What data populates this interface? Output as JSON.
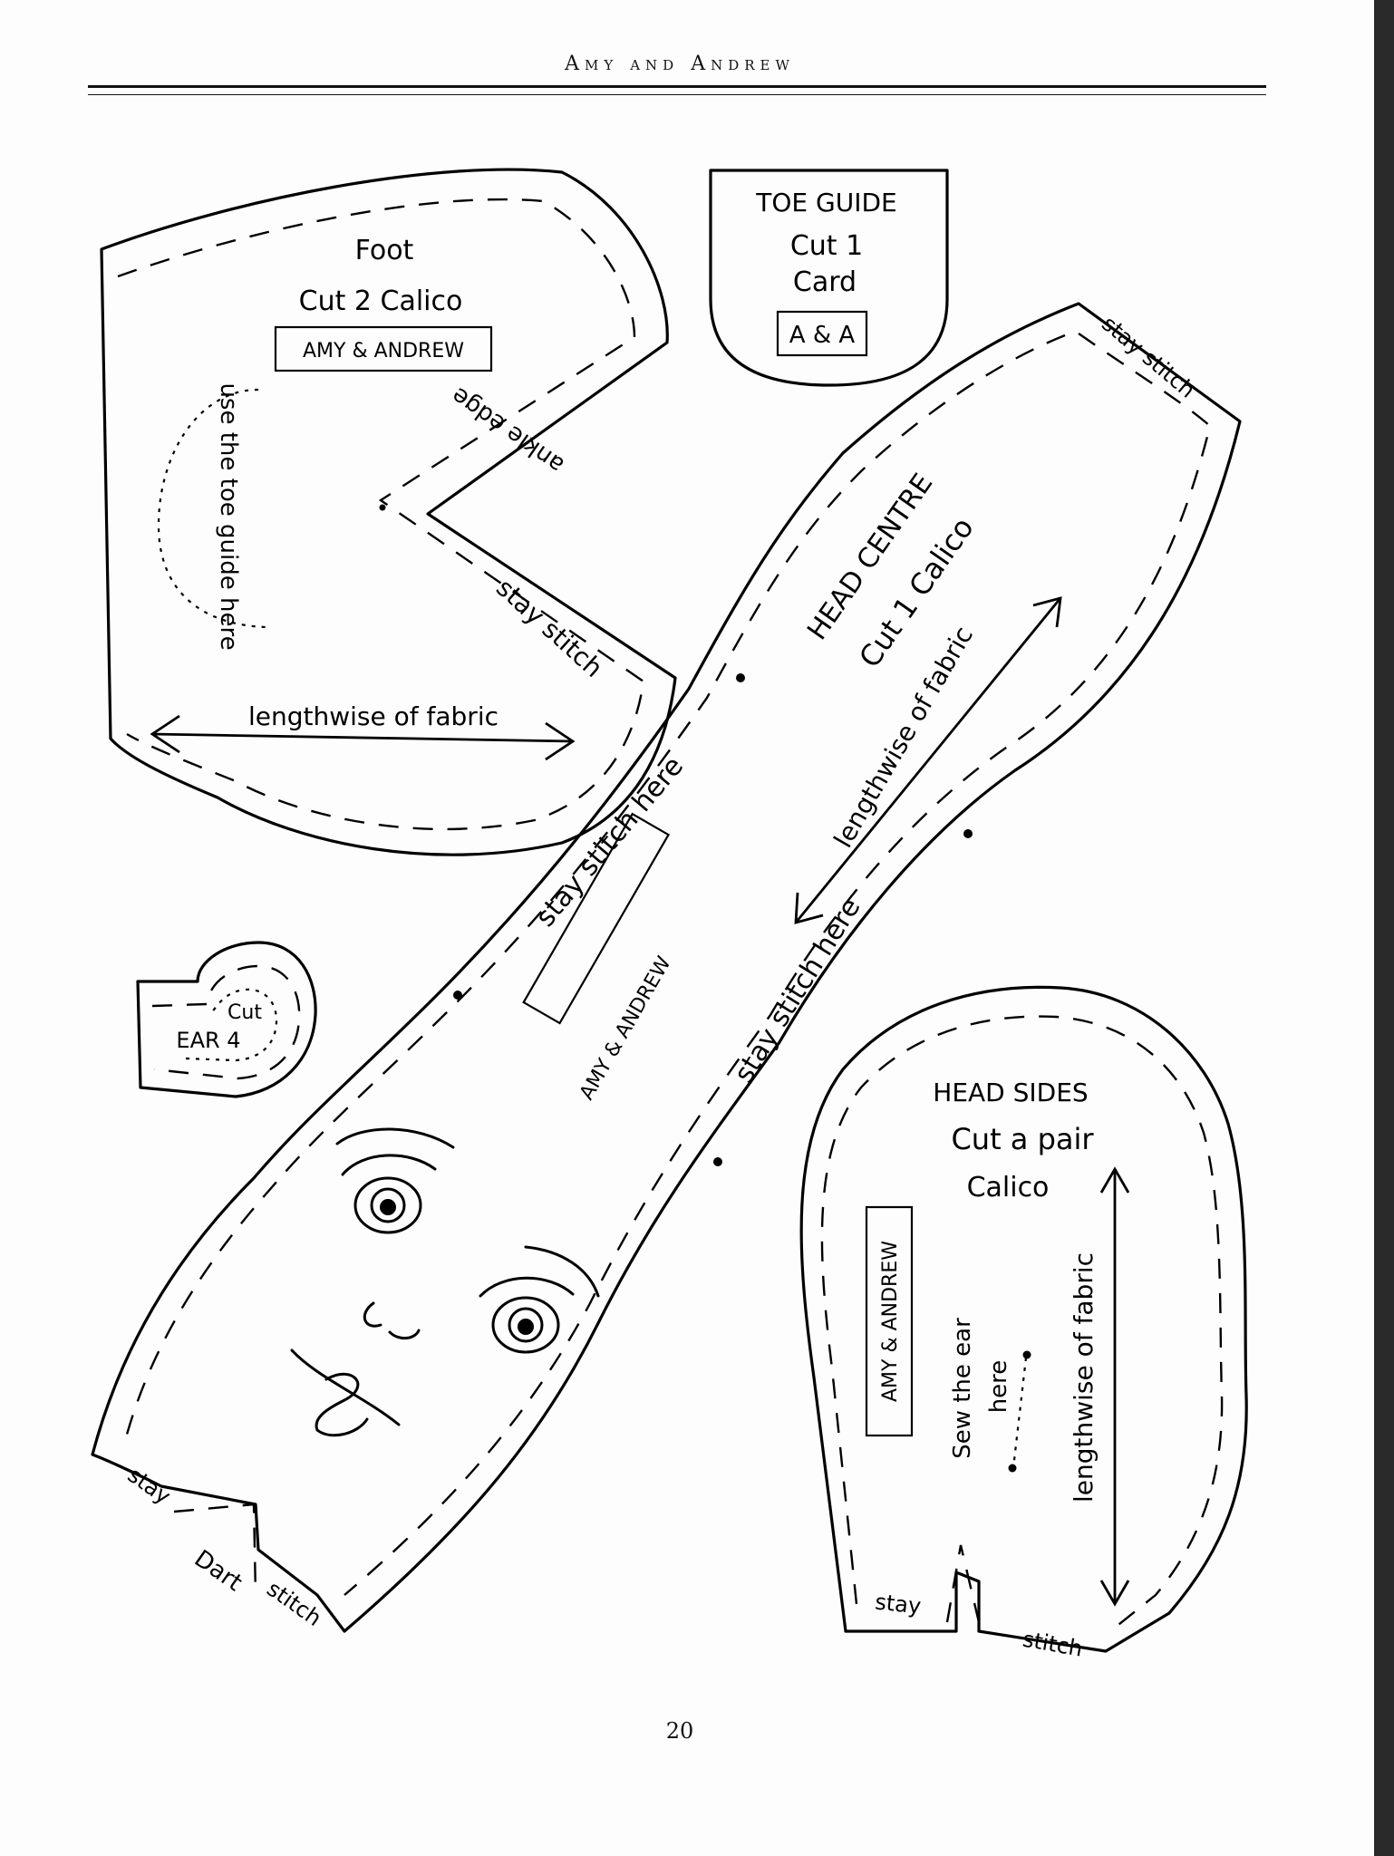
{
  "header": {
    "title": "Amy and Andrew"
  },
  "footer": {
    "page_number": "20"
  },
  "pieces": {
    "foot": {
      "title": "Foot",
      "cut": "Cut 2 Calico",
      "brand": "AMY & ANDREW",
      "toe_note": "use the toe guide here",
      "ankle": "ankle edge",
      "stay": "stay stitch",
      "grain": "lengthwise of fabric"
    },
    "toe_guide": {
      "title": "TOE GUIDE",
      "cut": "Cut 1",
      "material": "Card",
      "brand": "A & A"
    },
    "head_centre": {
      "title": "HEAD CENTRE",
      "cut": "Cut 1 Calico",
      "grain": "lengthwise of fabric",
      "stay_top": "stay stitch",
      "stay_left": "stay stitch here",
      "stay_right": "stay stitch here",
      "brand": "AMY & ANDREW",
      "stay_bottom": "stay",
      "dart": "Dart",
      "stitch_bottom": "stitch"
    },
    "ear": {
      "cut": "Cut",
      "label": "EAR 4"
    },
    "head_sides": {
      "title": "HEAD SIDES",
      "cut": "Cut a pair",
      "material": "Calico",
      "brand": "AMY & ANDREW",
      "ear_note_1": "Sew the ear",
      "ear_note_2": "here",
      "grain": "lengthwise of fabric",
      "stay": "stay",
      "stitch": "stitch"
    }
  }
}
